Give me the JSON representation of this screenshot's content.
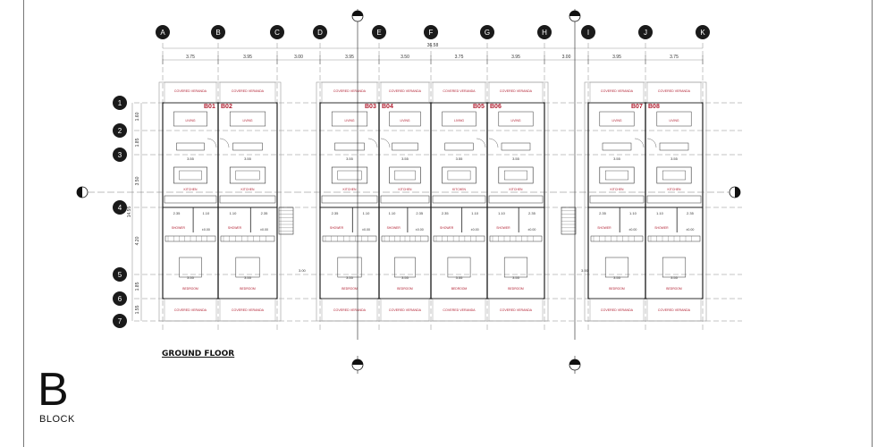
{
  "title": "GROUND FLOOR",
  "block": {
    "letter": "B",
    "word": "BLOCK"
  },
  "columns": [
    "A",
    "B",
    "C",
    "D",
    "E",
    "F",
    "G",
    "H",
    "I",
    "J",
    "K"
  ],
  "rows": [
    "1",
    "2",
    "3",
    "4",
    "5",
    "6",
    "7"
  ],
  "overall_dimension": "36.58",
  "column_spans": [
    "3.75",
    "3.95",
    "3.00",
    "3.95",
    "3.50",
    "3.75",
    "3.95",
    "3.00",
    "3.95",
    "3.75"
  ],
  "row_spans": [
    "1.60",
    "1.85",
    "3.50",
    "4.20",
    "1.85",
    "1.55"
  ],
  "total_depth": "14.55",
  "units": [
    {
      "label": "B01",
      "side": "left",
      "rooms": {
        "living": "LIVING",
        "kitchen": "KITCHEN",
        "shower": "SHOWER",
        "bedroom": "BEDROOM",
        "veranda": "COVERED VERANDA"
      }
    },
    {
      "label": "B02",
      "side": "right",
      "rooms": {
        "living": "LIVING",
        "kitchen": "KITCHEN",
        "shower": "SHOWER",
        "bedroom": "BEDROOM",
        "veranda": "COVERED VERANDA"
      }
    },
    {
      "label": "B03",
      "side": "left",
      "rooms": {
        "living": "LIVING",
        "kitchen": "KITCHEN",
        "shower": "SHOWER",
        "bedroom": "BEDROOM",
        "veranda": "COVERED VERANDA"
      }
    },
    {
      "label": "B04",
      "side": "right",
      "rooms": {
        "living": "LIVING",
        "kitchen": "KITCHEN",
        "shower": "SHOWER",
        "bedroom": "BEDROOM",
        "veranda": "COVERED VERANDA"
      }
    },
    {
      "label": "B05",
      "side": "left",
      "rooms": {
        "living": "LIVING",
        "kitchen": "KITCHEN",
        "shower": "SHOWER",
        "bedroom": "BEDROOM",
        "veranda": "COVERED VERANDA"
      }
    },
    {
      "label": "B06",
      "side": "right",
      "rooms": {
        "living": "LIVING",
        "kitchen": "KITCHEN",
        "shower": "SHOWER",
        "bedroom": "BEDROOM",
        "veranda": "COVERED VERANDA"
      }
    },
    {
      "label": "B07",
      "side": "left",
      "rooms": {
        "living": "LIVING",
        "kitchen": "KITCHEN",
        "shower": "SHOWER",
        "bedroom": "BEDROOM",
        "veranda": "COVERED VERANDA"
      }
    },
    {
      "label": "B08",
      "side": "right",
      "rooms": {
        "living": "LIVING",
        "kitchen": "KITCHEN",
        "shower": "SHOWER",
        "bedroom": "BEDROOM",
        "veranda": "COVERED VERANDA"
      }
    }
  ],
  "room_dims": {
    "living": "3.55",
    "bath_left": "2.35",
    "bath_right": "1.10",
    "bedroom": "3.55"
  },
  "level_marks": [
    "±0.00",
    "±0.00",
    "±0.00"
  ],
  "stair_levels": [
    "3.00",
    "3.00"
  ],
  "colors": {
    "line": "#222222",
    "thin": "#9a9a9a",
    "label_red": "#b01c2e",
    "room_text": "#b01c2e",
    "grid_dash": "#888888"
  }
}
